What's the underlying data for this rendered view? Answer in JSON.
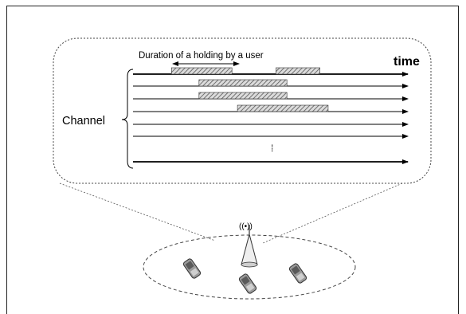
{
  "diagram": {
    "duration_label": "Duration of a holding by a user",
    "time_label": "time",
    "channel_label": "Channel",
    "ellipsis_mark": "⁞",
    "tower_signal": "((•))",
    "colors": {
      "stroke": "#000000",
      "hatch": "#555555",
      "bubble_border": "#444444",
      "device_fill": "#9a9a9a",
      "device_dark": "#5a5a5a"
    },
    "channels_visible": 7,
    "holdings": [
      {
        "channel": 1,
        "start_frac": 0.14,
        "end_frac": 0.36
      },
      {
        "channel": 1,
        "start_frac": 0.52,
        "end_frac": 0.68
      },
      {
        "channel": 2,
        "start_frac": 0.24,
        "end_frac": 0.56
      },
      {
        "channel": 3,
        "start_frac": 0.24,
        "end_frac": 0.56
      },
      {
        "channel": 4,
        "start_frac": 0.38,
        "end_frac": 0.71
      }
    ],
    "devices": [
      "mobile-phone-icon",
      "mobile-phone-icon",
      "mobile-phone-icon"
    ]
  }
}
